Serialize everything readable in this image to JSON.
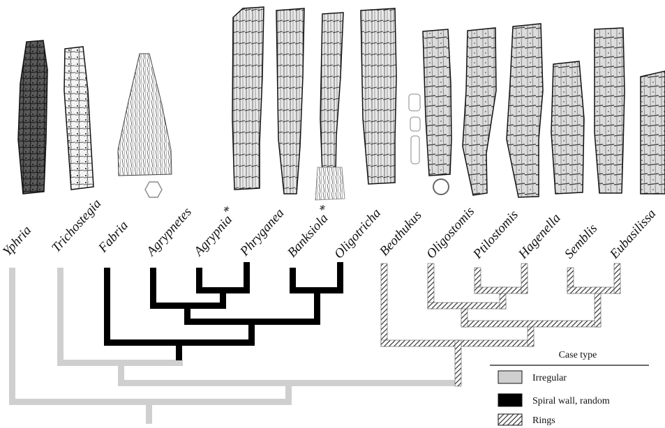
{
  "taxa": [
    {
      "name": "Yphria",
      "case_type": "irregular"
    },
    {
      "name": "Trichostegia",
      "case_type": "irregular"
    },
    {
      "name": "Fabria",
      "case_type": "spiral"
    },
    {
      "name": "Agrypnetes",
      "case_type": "spiral"
    },
    {
      "name": "Agrypnia",
      "marker": "*",
      "case_type": "spiral"
    },
    {
      "name": "Phryganea",
      "case_type": "spiral"
    },
    {
      "name": "Banksiola",
      "marker": "*",
      "case_type": "spiral"
    },
    {
      "name": "Oligotricha",
      "case_type": "spiral"
    },
    {
      "name": "Beothukus",
      "case_type": "rings"
    },
    {
      "name": "Oligostomis",
      "case_type": "rings"
    },
    {
      "name": "Ptilostomis",
      "case_type": "rings"
    },
    {
      "name": "Hagenella",
      "case_type": "rings"
    },
    {
      "name": "Semblis",
      "case_type": "rings"
    },
    {
      "name": "Eubasilissa",
      "case_type": "rings"
    }
  ],
  "legend": {
    "title": "Case type",
    "items": [
      {
        "key": "irregular",
        "label": "Irregular"
      },
      {
        "key": "spiral",
        "label": "Spiral wall, random"
      },
      {
        "key": "rings",
        "label": "Rings"
      }
    ]
  },
  "colors": {
    "irregular": "#cfcfcf",
    "spiral": "#000000",
    "rings_stripe": "#333333",
    "text": "#111111"
  },
  "illustrations": [
    "yphria-case",
    "trichostegia-case",
    "fabria-case",
    "agrypnetes-case",
    "phryganea-case",
    "banksiola-case",
    "oligotricha-case",
    "beothukus-case",
    "oligostomis-case",
    "ptilostomis-case",
    "hagenella-case",
    "semblis-case",
    "eubasilissa-case"
  ]
}
